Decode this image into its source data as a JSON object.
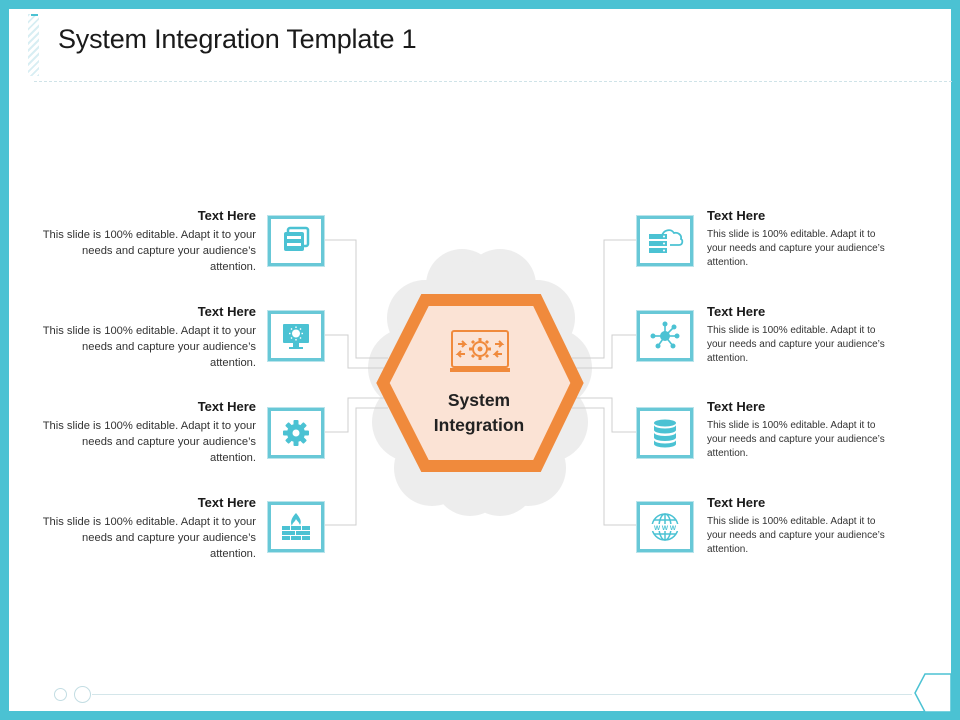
{
  "slide": {
    "title": "System Integration Template 1"
  },
  "center": {
    "line1": "System",
    "line2": "Integration",
    "icon": "monitor-gear-icon"
  },
  "items": [
    {
      "heading": "Text Here",
      "body": "This slide is 100% editable. Adapt it to your needs and capture your audience’s attention.",
      "icon": "browser-windows-icon"
    },
    {
      "heading": "Text Here",
      "body": "This slide is 100% editable. Adapt it to your needs and capture your audience’s attention.",
      "icon": "monitor-sun-icon"
    },
    {
      "heading": "Text Here",
      "body": "This slide is 100% editable. Adapt it to your needs and capture your audience’s attention.",
      "icon": "gear-icon"
    },
    {
      "heading": "Text Here",
      "body": "This slide is 100% editable. Adapt it to your needs and capture your audience’s attention.",
      "icon": "firewall-icon"
    },
    {
      "heading": "Text Here",
      "body": "This slide is 100% editable. Adapt it to your needs and capture your audience’s attention.",
      "icon": "cloud-server-icon"
    },
    {
      "heading": "Text Here",
      "body": "This slide is 100% editable. Adapt it to your needs and capture your audience’s attention.",
      "icon": "network-hub-icon"
    },
    {
      "heading": "Text Here",
      "body": "This slide is 100% editable. Adapt it to your needs and capture your audience’s attention.",
      "icon": "database-icon"
    },
    {
      "heading": "Text Here",
      "body": "This slide is 100% editable. Adapt it to your needs and capture your audience’s attention.",
      "icon": "globe-www-icon"
    }
  ],
  "colors": {
    "frame": "#4bc2d3",
    "icon": "#4bc2d3",
    "hexagon_stroke": "#f08a3c",
    "hexagon_fill": "#fbe3d5",
    "cloud_bg": "#ececec"
  }
}
